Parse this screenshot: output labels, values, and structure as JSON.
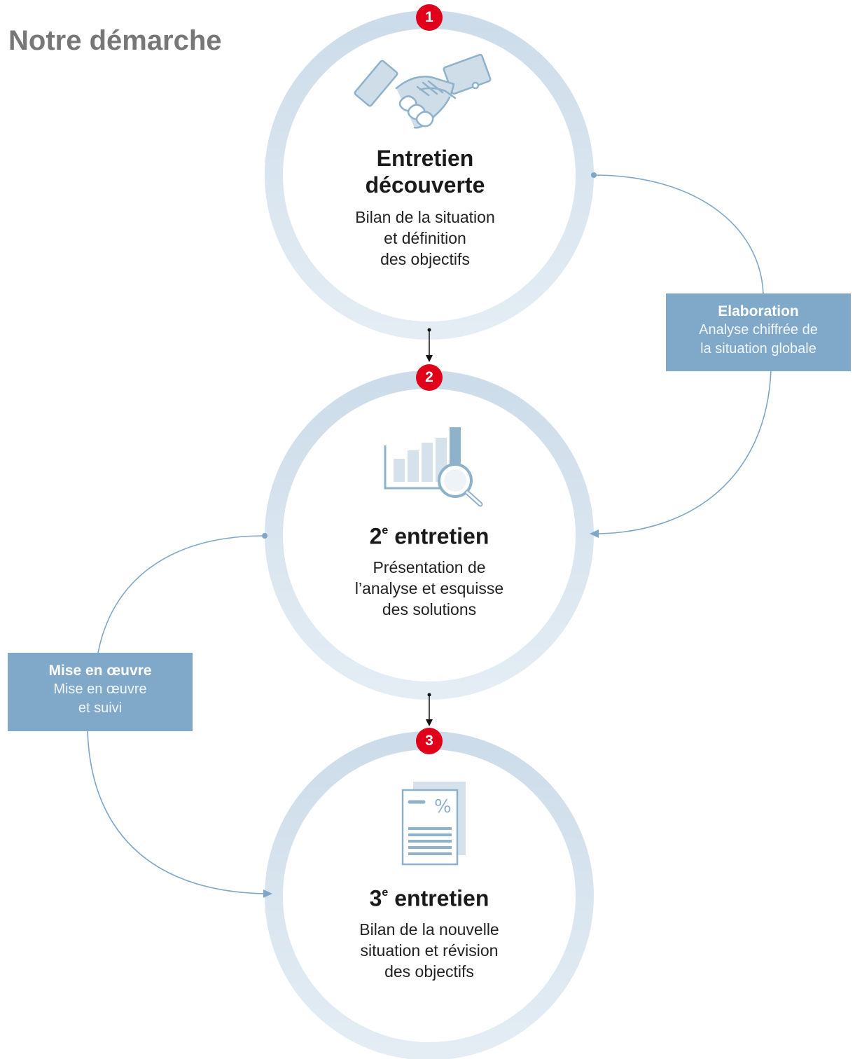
{
  "title": "Notre démarche",
  "steps": [
    {
      "number": "1",
      "title_lines": [
        "Entretien",
        "découverte"
      ],
      "desc_lines": [
        "Bilan de la situation",
        "et définition",
        "des objectifs"
      ],
      "icon": "handshake-icon"
    },
    {
      "number": "2",
      "title_prefix": "2",
      "title_sup": "e",
      "title_suffix": " entretien",
      "desc_lines": [
        "Présentation de",
        "l’analyse et esquisse",
        "des solutions"
      ],
      "icon": "bar-chart-magnifier-icon"
    },
    {
      "number": "3",
      "title_prefix": "3",
      "title_sup": "e",
      "title_suffix": " entretien",
      "desc_lines": [
        "Bilan de la nouvelle",
        "situation et révision",
        "des objectifs"
      ],
      "icon": "percent-document-icon"
    }
  ],
  "transitions": {
    "elaboration": {
      "title": "Elaboration",
      "lines": [
        "Analyse chiffrée de",
        "la situation globale"
      ]
    },
    "implementation": {
      "title": "Mise en œuvre",
      "lines": [
        "Mise en œuvre",
        "et suivi"
      ]
    }
  },
  "colors": {
    "ring": "#d3e1ec",
    "badge": "#e0001a",
    "side_box": "#7fa8c9",
    "connector": "#7ea6c7",
    "icon_stroke": "#8fb2cb",
    "icon_fill": "#cfdde9",
    "title_text": "#777777"
  }
}
